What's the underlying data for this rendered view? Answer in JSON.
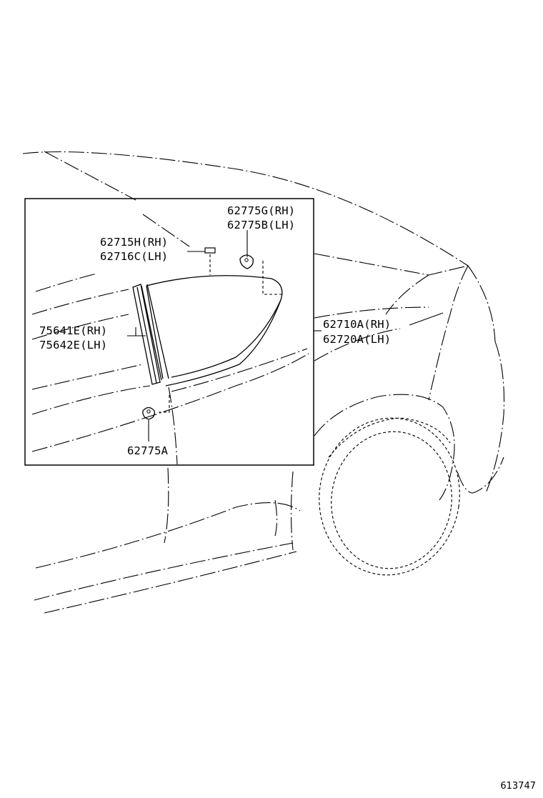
{
  "labels": {
    "clip_upper_rh": "62775G(RH)",
    "clip_upper_lh": "62775B(LH)",
    "cushion_rh": "62715H(RH)",
    "cushion_lh": "62716C(LH)",
    "moulding_rh": "75641E(RH)",
    "moulding_lh": "75642E(LH)",
    "clip_lower": "62775A",
    "garnish_rh": "62710A(RH)",
    "garnish_lh": "62720A(LH)"
  },
  "figure_number": "613747"
}
